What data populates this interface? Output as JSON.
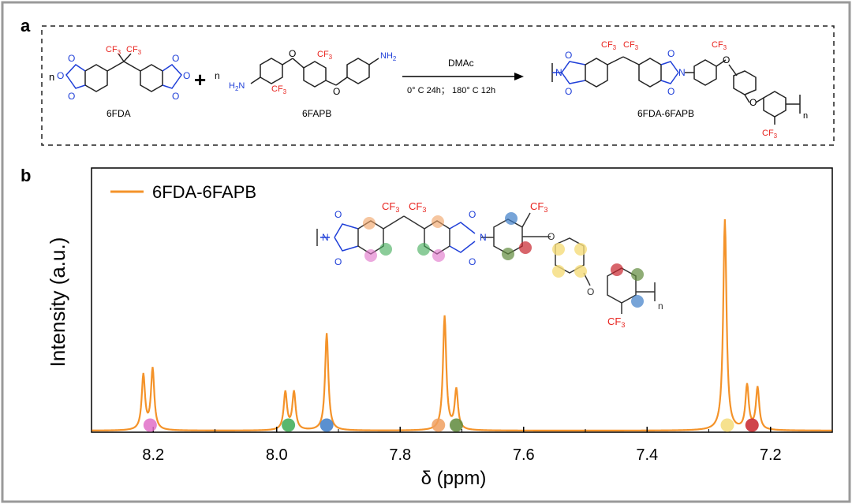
{
  "panel_a": {
    "label": "a",
    "reactant1": {
      "name": "6FDA",
      "n": "n",
      "cf3_top": "CF",
      "cf3_sub": "3"
    },
    "reactant2": {
      "name": "6FAPB",
      "n": "n",
      "amine_left": "H",
      "amine_left_sub": "2",
      "amine_left_n": "N",
      "amine_right": "NH",
      "amine_right_sub": "2",
      "cf3_a": "CF",
      "cf3_b": "CF",
      "cf3_sub": "3"
    },
    "plus": "+",
    "conditions": {
      "solvent": "DMAc",
      "steps": "0° C 24h； 180° C 12h"
    },
    "product": {
      "name": "6FDA-6FAPB",
      "n": "n",
      "cf3": "CF",
      "cf3_sub": "3"
    },
    "atoms": {
      "O": "O",
      "N": "N"
    }
  },
  "panel_b": {
    "label": "b",
    "legend": "6FDA-6FAPB",
    "ylabel": "Intensity (a.u.)",
    "xlabel": "δ (ppm)",
    "structure_labels": {
      "cf3": "CF",
      "sub": "3",
      "n": "n"
    }
  },
  "colors": {
    "trace": "#F4932A",
    "ring_pink": "#E070C8",
    "ring_green": "#3DAA55",
    "ring_blue": "#3D7DC8",
    "ring_orange": "#F0A060",
    "ring_olive": "#5F8A3C",
    "ring_yellow": "#F5DC7A",
    "ring_red": "#C8232C",
    "heteroatom_blue": "#1F3FD8",
    "cf3_red": "#E8231E"
  },
  "chart_data": {
    "type": "line",
    "title": "",
    "xlabel": "δ (ppm)",
    "ylabel": "Intensity (a.u.)",
    "xlim": [
      8.3,
      7.1
    ],
    "x_reversed": true,
    "ylim": [
      0,
      1.0
    ],
    "xticks": [
      8.2,
      8.0,
      7.8,
      7.6,
      7.4,
      7.2
    ],
    "legend_position": "top-left",
    "grid": false,
    "series": [
      {
        "name": "6FDA-6FAPB",
        "peaks": [
          {
            "x": 8.216,
            "height": 0.26
          },
          {
            "x": 8.201,
            "height": 0.29
          },
          {
            "x": 7.986,
            "height": 0.18
          },
          {
            "x": 7.972,
            "height": 0.18
          },
          {
            "x": 7.919,
            "height": 0.46
          },
          {
            "x": 7.728,
            "height": 0.54
          },
          {
            "x": 7.709,
            "height": 0.19
          },
          {
            "x": 7.274,
            "height": 1.0
          },
          {
            "x": 7.238,
            "height": 0.21
          },
          {
            "x": 7.221,
            "height": 0.2
          }
        ]
      }
    ],
    "peak_markers": [
      {
        "x": 8.205,
        "color": "pink"
      },
      {
        "x": 7.981,
        "color": "green"
      },
      {
        "x": 7.919,
        "color": "blue"
      },
      {
        "x": 7.738,
        "color": "orange"
      },
      {
        "x": 7.709,
        "color": "olive"
      },
      {
        "x": 7.27,
        "color": "yellow"
      },
      {
        "x": 7.23,
        "color": "red"
      }
    ]
  }
}
